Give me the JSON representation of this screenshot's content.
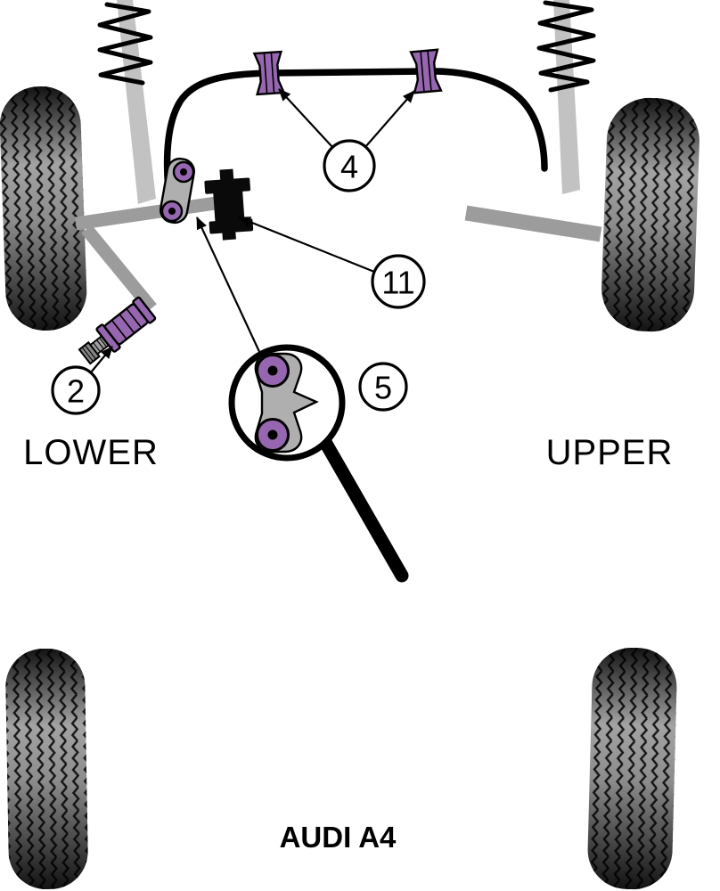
{
  "diagram": {
    "caption": "AUDI A4",
    "side_labels": {
      "lower": "LOWER",
      "upper": "UPPER"
    },
    "callouts": {
      "c2": {
        "number": "2"
      },
      "c4": {
        "number": "4"
      },
      "c5": {
        "number": "5"
      },
      "c11": {
        "number": "11"
      }
    }
  },
  "colors": {
    "background": "#FFFFFF",
    "outline": "#000000",
    "bush_purple": "#9667B0",
    "bolt_gray": "#858585",
    "thread_gray": "#9E9E9E",
    "arm_gray": "#9C9C9C",
    "strut_gray": "#C2C2C2",
    "bracket_gray": "#AFAFAF",
    "part_black": "#0A0A0A",
    "tire_dark": "#121212",
    "tire_mid": "#A3A3A3",
    "tire_mid2": "#8C8C8C"
  }
}
